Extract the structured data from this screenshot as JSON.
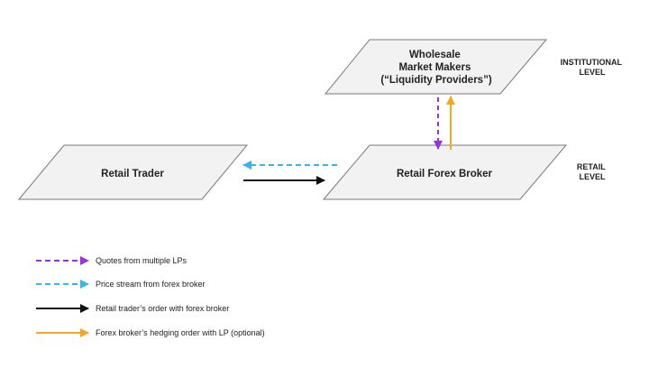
{
  "nodes": {
    "wholesale": {
      "lines": [
        "Wholesale",
        "Market Makers",
        "(“Liquidity Providers”)"
      ]
    },
    "broker": {
      "label": "Retail Forex Broker"
    },
    "trader": {
      "label": "Retail Trader"
    }
  },
  "levels": {
    "institutional": [
      "INSTITUTIONAL",
      "LEVEL"
    ],
    "retail": [
      "RETAIL",
      "LEVEL"
    ]
  },
  "legend": [
    {
      "text": "Quotes from multiple LPs",
      "style": "dashed",
      "color": "#9b30e0"
    },
    {
      "text": "Price stream from forex broker",
      "style": "dashed",
      "color": "#3ab4e8"
    },
    {
      "text": "Retail trader’s order with forex broker",
      "style": "solid",
      "color": "#111111"
    },
    {
      "text": "Forex broker’s hedging order with LP (optional)",
      "style": "solid",
      "color": "#f5a623"
    }
  ],
  "colors": {
    "shape_fill": "#f2f2f2",
    "shape_stroke": "#7a7a7a",
    "quotes": "#9b30e0",
    "price_stream": "#3ab4e8",
    "order": "#111111",
    "hedge": "#f5a623"
  }
}
